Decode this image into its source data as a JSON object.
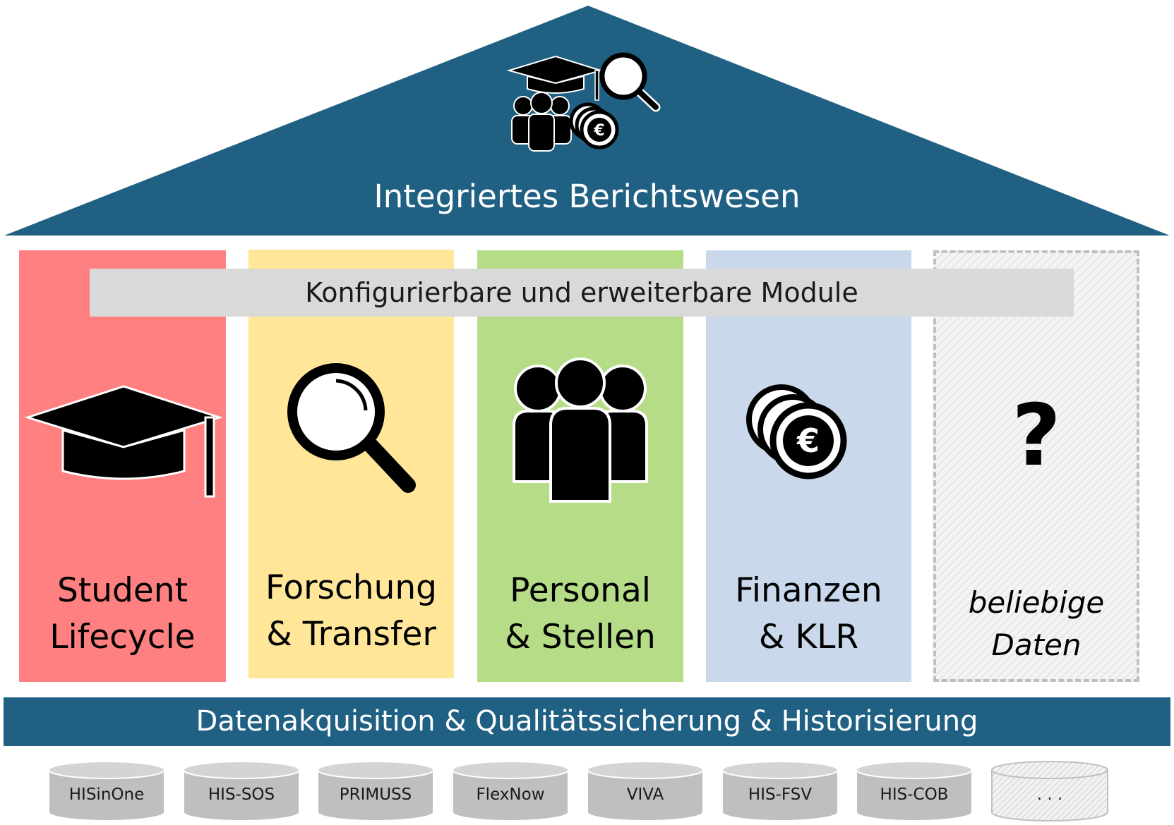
{
  "roof": {
    "title": "Integriertes Berichtswesen",
    "color": "#1f6083",
    "icons": [
      "graduation-cap-icon",
      "magnifier-icon",
      "people-icon",
      "euro-coins-icon"
    ]
  },
  "modules_bar": {
    "label": "Konfigurierbare und erweiterbare Module",
    "color": "#d9d9d9"
  },
  "pillars": [
    {
      "line1": "Student",
      "line2": "Lifecycle",
      "color": "#ff8080",
      "icon": "graduation-cap-icon"
    },
    {
      "line1": "Forschung",
      "line2": "& Transfer",
      "color": "#ffe699",
      "icon": "magnifier-icon"
    },
    {
      "line1": "Personal",
      "line2": "& Stellen",
      "color": "#b6dc88",
      "icon": "people-icon"
    },
    {
      "line1": "Finanzen",
      "line2": "& KLR",
      "color": "#c9d9eb",
      "icon": "euro-coins-icon"
    },
    {
      "line1": "beliebige",
      "line2": "Daten",
      "color": "#eeeeee",
      "icon": "question-mark-icon"
    }
  ],
  "base_bar": {
    "label": "Datenakquisition & Qualitätssicherung & Historisierung",
    "color": "#1f6083"
  },
  "data_sources": [
    "HISinOne",
    "HIS-SOS",
    "PRIMUSS",
    "FlexNow",
    "VIVA",
    "HIS-FSV",
    "HIS-COB",
    ". . ."
  ]
}
